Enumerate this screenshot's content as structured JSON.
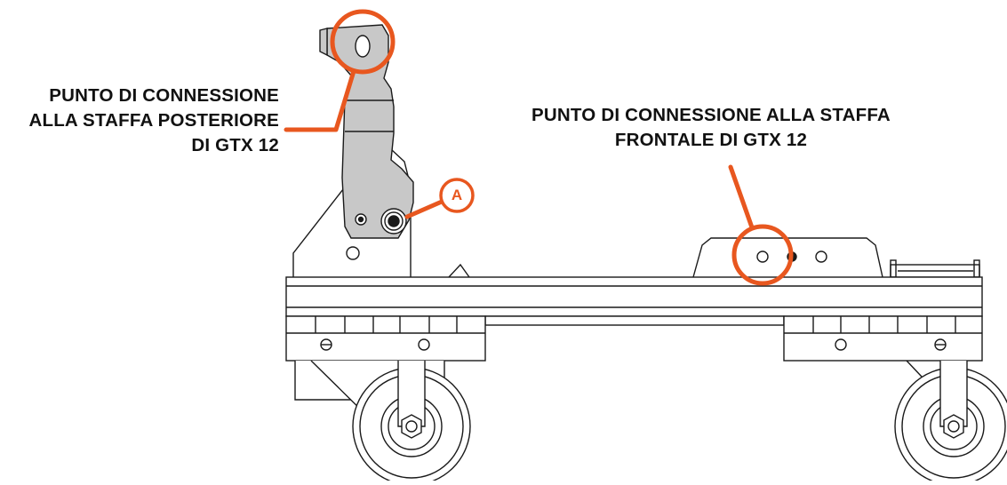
{
  "labels": {
    "rear_bracket": [
      "PUNTO DI CONNESSIONE",
      "ALLA STAFFA POSTERIORE",
      "DI GTX 12"
    ],
    "front_bracket": [
      "PUNTO DI CONNESSIONE ALLA STAFFA",
      "FRONTALE DI GTX 12"
    ],
    "callout_a": "A"
  },
  "colors": {
    "accent": "#e8571f",
    "line": "#1a1a1a",
    "bracket_fill": "#c8c8c8",
    "text": "#111111"
  }
}
